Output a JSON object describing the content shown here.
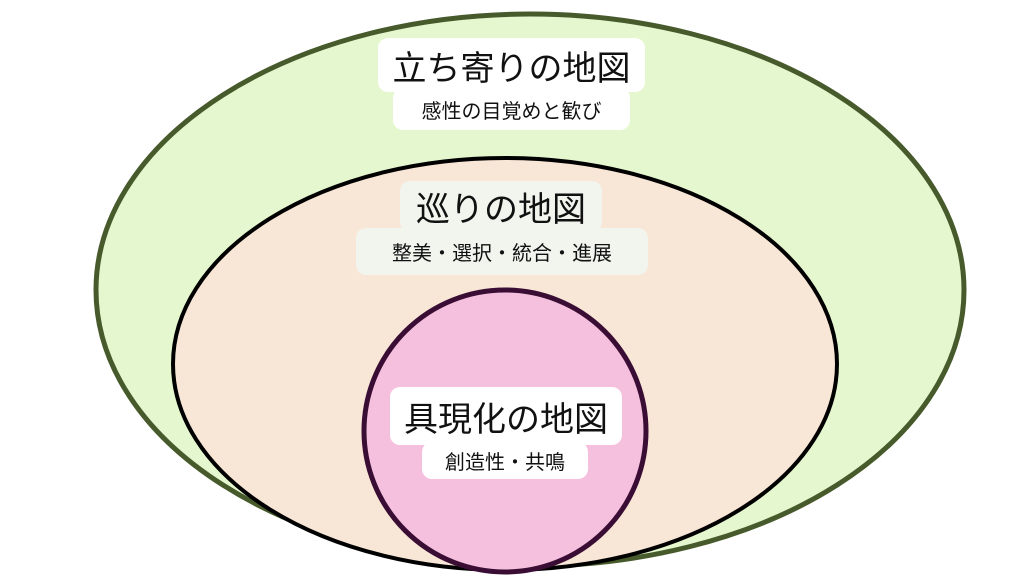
{
  "colors": {
    "outer_fill": "#e5f7cf",
    "outer_stroke": "#475a2b",
    "middle_fill": "#f8e6d6",
    "middle_stroke": "#000000",
    "inner_fill": "#f5c0dd",
    "inner_stroke": "#3a0d35",
    "label_bg_white": "#ffffff",
    "label_bg_middle": "#f2f4ee"
  },
  "outer": {
    "title": "立ち寄りの地図",
    "subtitle": "感性の目覚めと歓び"
  },
  "middle": {
    "title": "巡りの地図",
    "subtitle": "整美・選択・統合・進展"
  },
  "inner": {
    "title": "具現化の地図",
    "subtitle": "創造性・共鳴"
  }
}
